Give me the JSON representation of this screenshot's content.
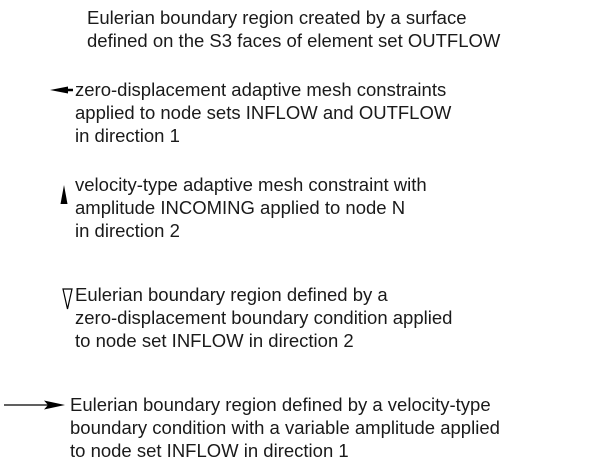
{
  "legend": {
    "entries": [
      {
        "symbol": "none",
        "lines": [
          "Eulerian boundary region created by a surface",
          "defined on the S3 faces of element set OUTFLOW"
        ]
      },
      {
        "symbol": "left-pointing-filled-arrowhead-icon",
        "lines": [
          "zero-displacement adaptive mesh constraints",
          "applied to node sets INFLOW and OUTFLOW",
          "in direction 1"
        ]
      },
      {
        "symbol": "up-pointing-filled-arrowhead-icon",
        "lines": [
          "velocity-type adaptive mesh constraint with",
          "amplitude INCOMING applied to node N",
          "in direction 2"
        ]
      },
      {
        "symbol": "down-pointing-open-triangle-icon",
        "lines": [
          "Eulerian boundary region defined by a",
          "zero-displacement boundary condition applied",
          "to node set INFLOW in direction 2"
        ]
      },
      {
        "symbol": "right-pointing-long-arrow-icon",
        "lines": [
          "Eulerian boundary region defined by a velocity-type",
          "boundary condition with a variable amplitude applied",
          "to node set INFLOW in direction 1"
        ]
      }
    ]
  }
}
